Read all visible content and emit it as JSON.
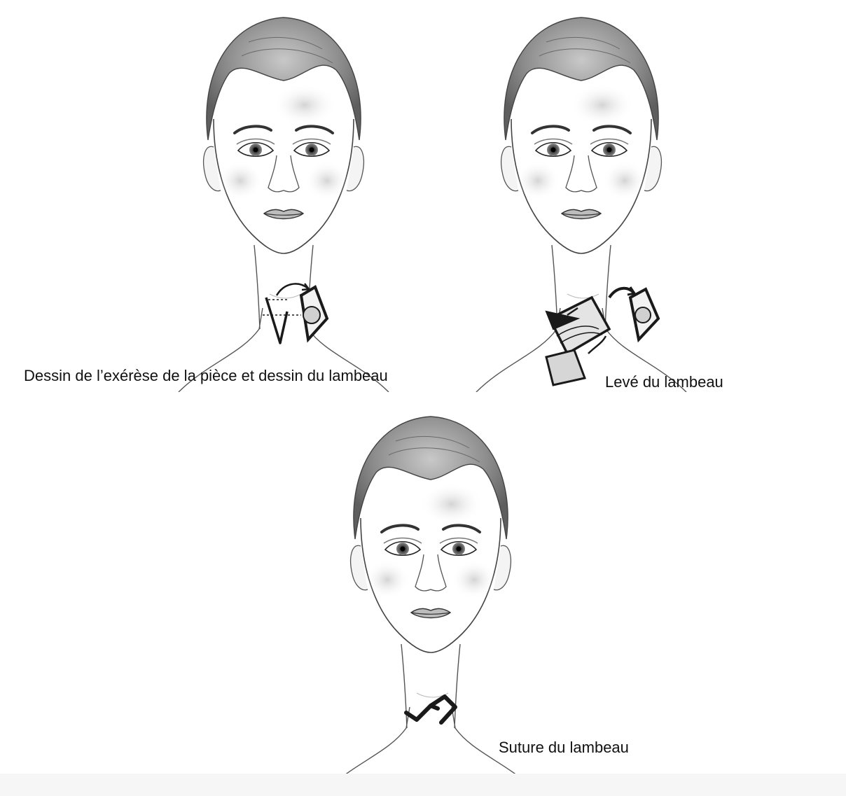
{
  "captions": {
    "step1": "Dessin de l’exérèse de la pièce et dessin du lambeau",
    "step2": "Levé du lambeau",
    "step3": "Suture du lambeau"
  },
  "colors": {
    "ink": "#1a1a1a",
    "hair": "#8c8c8c",
    "skin_shade": "#d9d9d9"
  }
}
